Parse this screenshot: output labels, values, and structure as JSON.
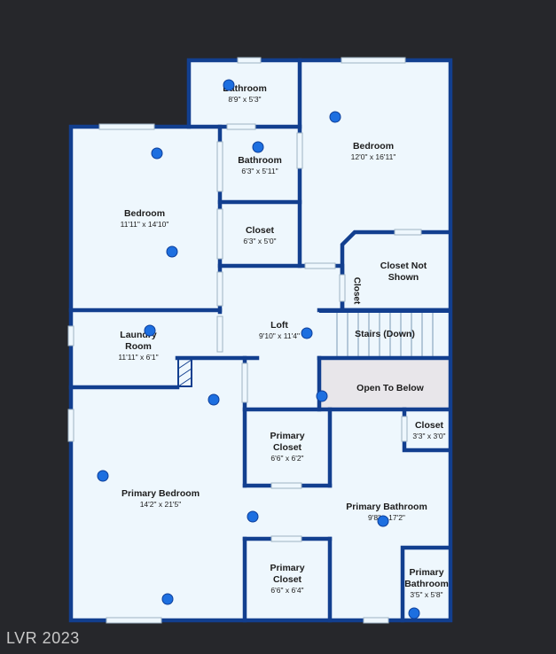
{
  "rooms": [
    {
      "id": "bath-top",
      "name": "Bathroom",
      "dims": "8'9\" x 5'3\""
    },
    {
      "id": "bed-ne",
      "name": "Bedroom",
      "dims": "12'0\" x 16'11\""
    },
    {
      "id": "bed-w",
      "name": "Bedroom",
      "dims": "11'11\" x 14'10\""
    },
    {
      "id": "bath-mid",
      "name": "Bathroom",
      "dims": "6'3\" x 5'11\""
    },
    {
      "id": "closet-mid",
      "name": "Closet",
      "dims": "6'3\" x 5'0\""
    },
    {
      "id": "closet-ns",
      "name": "Closet Not\nShown",
      "dims": ""
    },
    {
      "id": "loft",
      "name": "Loft",
      "dims": "9'10\" x 11'4\""
    },
    {
      "id": "laundry",
      "name": "Laundry\nRoom",
      "dims": "11'11\" x 6'1\""
    },
    {
      "id": "stairs",
      "name": "Stairs (Down)",
      "dims": ""
    },
    {
      "id": "open",
      "name": "Open To Below",
      "dims": ""
    },
    {
      "id": "pcloset-1",
      "name": "Primary\nCloset",
      "dims": "6'6\" x 6'2\""
    },
    {
      "id": "closet-e",
      "name": "Closet",
      "dims": "3'3\" x 3'0\""
    },
    {
      "id": "pbed",
      "name": "Primary Bedroom",
      "dims": "14'2\" x 21'5\""
    },
    {
      "id": "pbath",
      "name": "Primary Bathroom",
      "dims": "9'8\" x 17'2\""
    },
    {
      "id": "pcloset-2",
      "name": "Primary\nCloset",
      "dims": "6'6\" x 6'4\""
    },
    {
      "id": "pbath-small",
      "name": "Primary\nBathroom",
      "dims": "3'5\" x 5'8\""
    }
  ],
  "small_closet_label": "Closet",
  "watermark": "LVR 2023",
  "colors": {
    "wall": "#123f8f",
    "floor": "#eef7fd",
    "open": "#e8e6ea",
    "dot": "#1d6fe0"
  }
}
